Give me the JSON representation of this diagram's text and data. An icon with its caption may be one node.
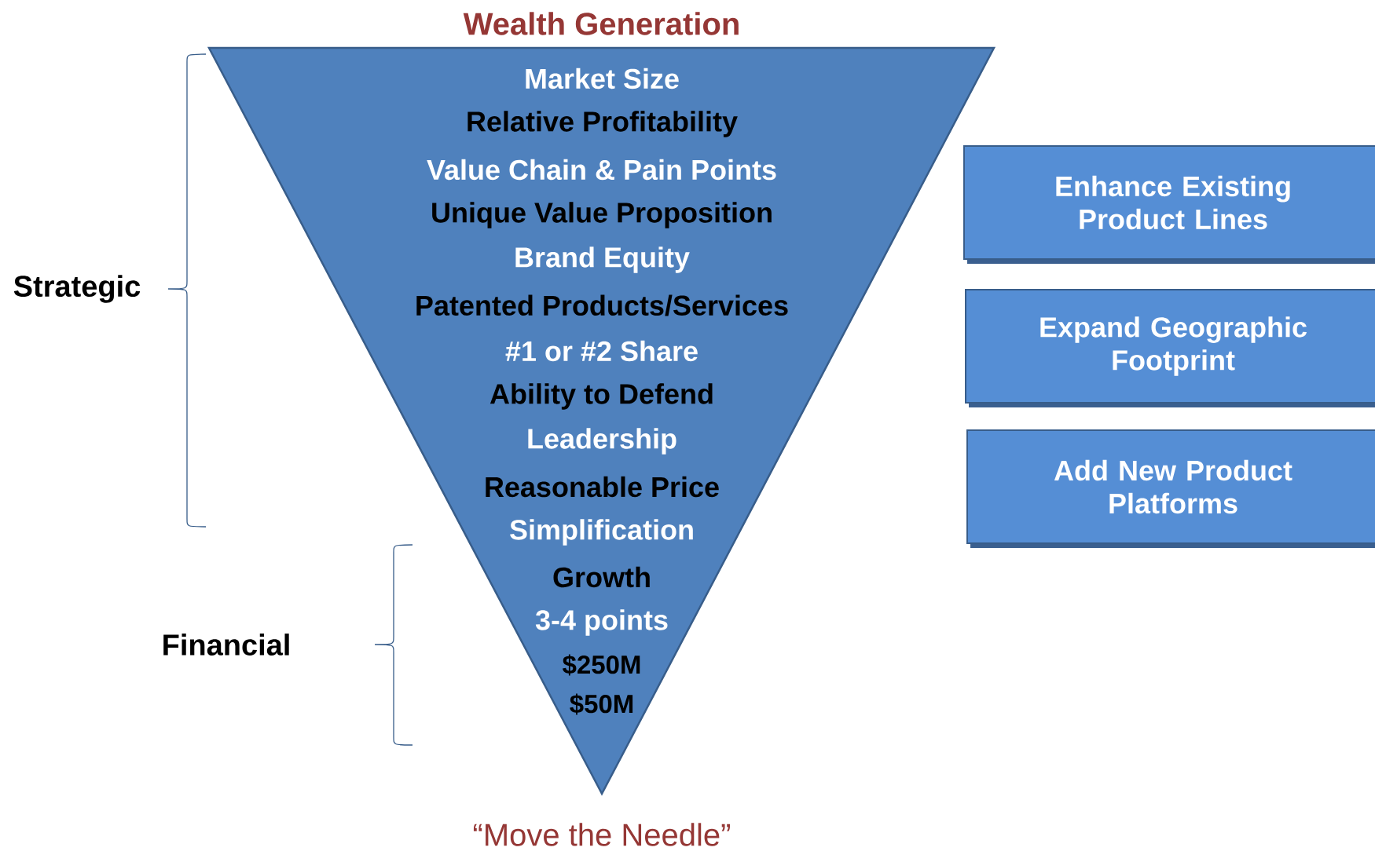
{
  "diagram": {
    "title": "Wealth Generation",
    "caption": "“Move the Needle”",
    "nodes": [
      {
        "text": [
          "Market Size",
          "Relative Profitability",
          "Value Chain & Pain Points",
          "Unique Value Proposition",
          "Brand Equity",
          "Patented Products/Services",
          "#1 or #2 Share",
          "Ability to Defend",
          "Leadership",
          "Reasonable Price",
          "Simplification",
          "Growth",
          "3-4 points",
          "$250M",
          "$50M"
        ]
      },
      {
        "text": [
          "Enhance Existing Product Lines"
        ]
      },
      {
        "text": [
          "Expand  Geographic Footprint"
        ]
      },
      {
        "text": [
          "Add  New Product Platforms"
        ]
      }
    ],
    "labels": [
      "Strategic",
      "Financial"
    ]
  }
}
